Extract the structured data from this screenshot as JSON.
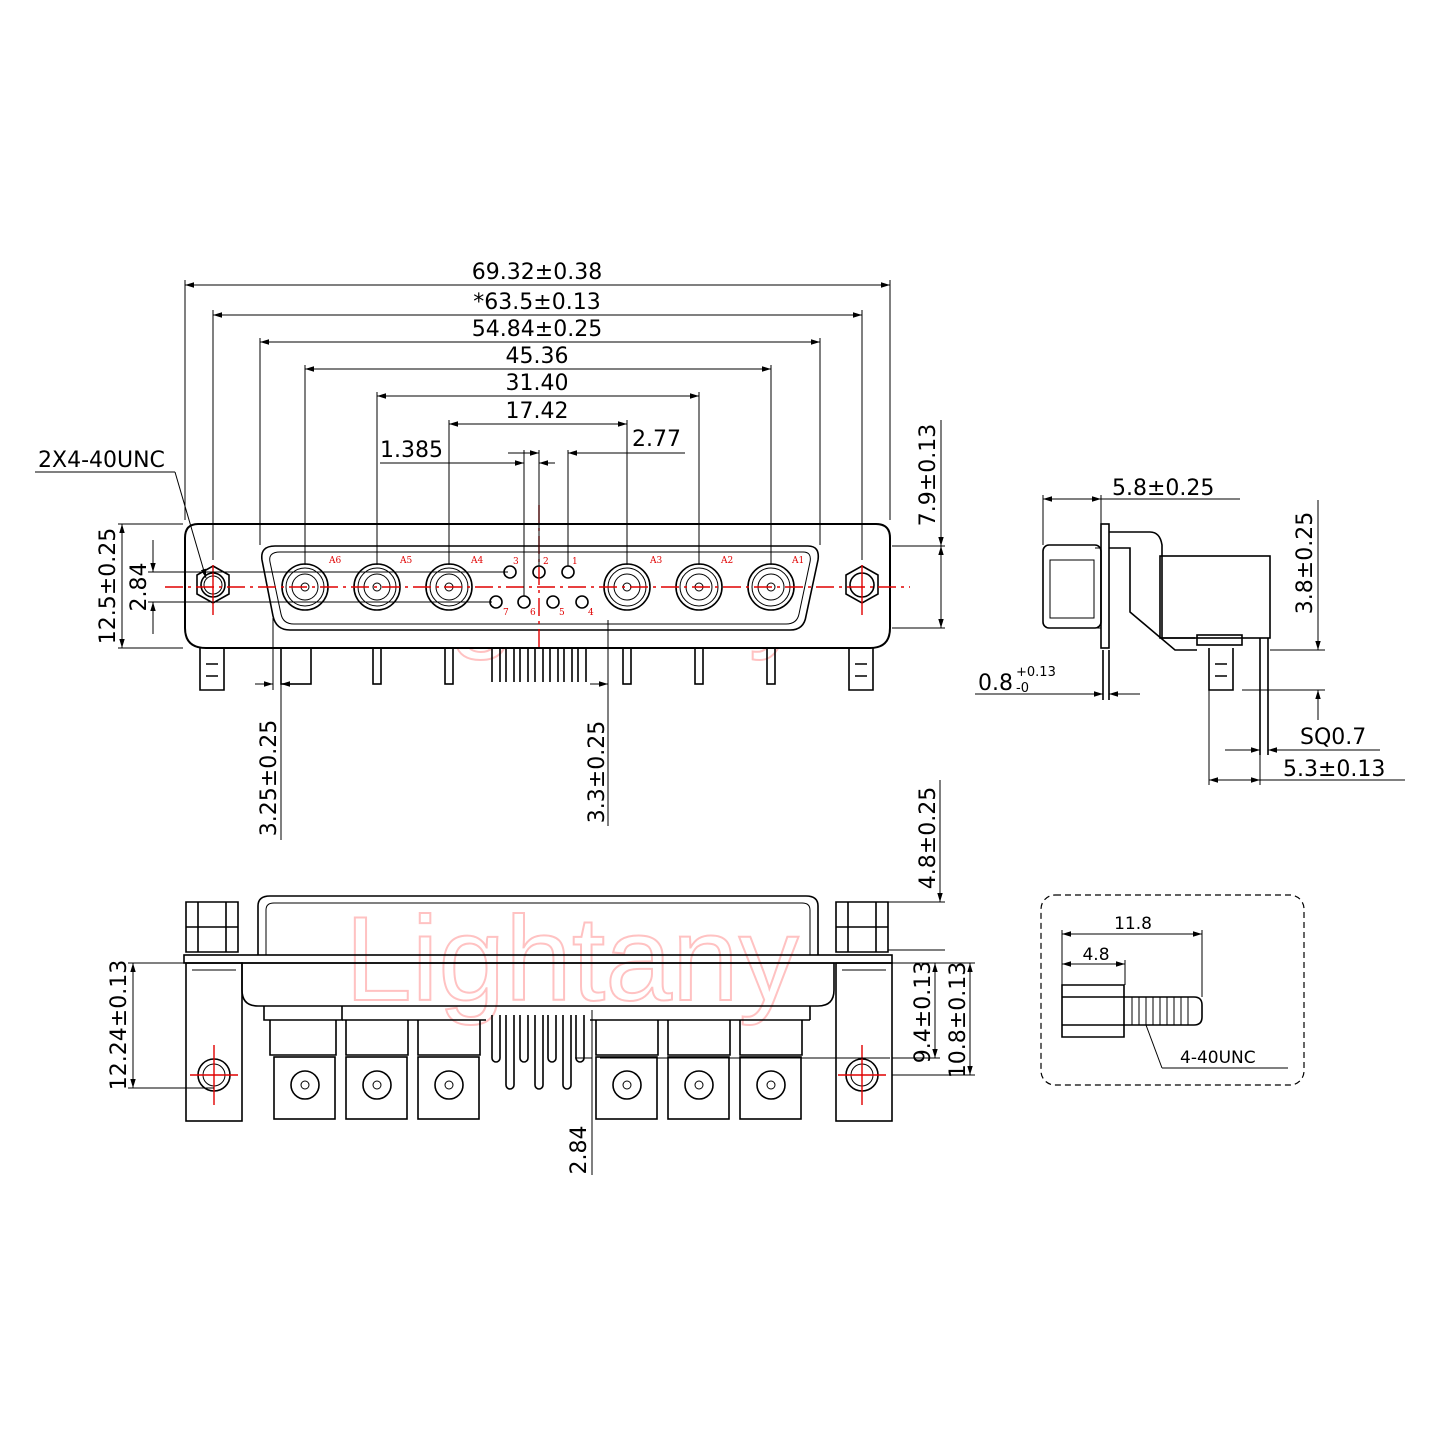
{
  "watermark": "Lightany",
  "front_view": {
    "overall_length": "69.32±0.38",
    "mount_hole_pitch": "*63.5±0.13",
    "shell_length": "54.84±0.25",
    "coax_outer_pitch": "45.36",
    "coax_mid_pitch": "31.40",
    "coax_inner_pitch": "17.42",
    "signal_pin_pitch": "1.385",
    "signal_row_offset": "2.77",
    "thread_note": "2X4-40UNC",
    "flange_height": "12.5±0.25",
    "row_spacing": "2.84",
    "top_height": "7.9±0.13",
    "tail_offset_left": "3.25±0.25",
    "tail_offset_right": "3.3±0.25",
    "coax_labels": [
      "A6",
      "A5",
      "A4",
      "A3",
      "A2",
      "A1"
    ],
    "signal_labels": [
      "3",
      "2",
      "1",
      "7",
      "6",
      "5",
      "4"
    ]
  },
  "side_view": {
    "depth": "5.8±0.25",
    "height": "3.8±0.25",
    "flange_thickness": "0.8",
    "flange_tol_upper": "+0.13",
    "flange_tol_lower": "-0",
    "pin_square": "SQ0.7",
    "pin_length": "5.3±0.13"
  },
  "bottom_view": {
    "standoff_height": "4.8±0.25",
    "flange_to_hole": "12.24±0.13",
    "to_signal_row": "9.4±0.13",
    "to_coax_row": "10.8±0.13",
    "pin_row_offset": "2.84"
  },
  "screw_detail": {
    "total_length": "11.8",
    "head_length": "4.8",
    "thread": "4-40UNC"
  }
}
